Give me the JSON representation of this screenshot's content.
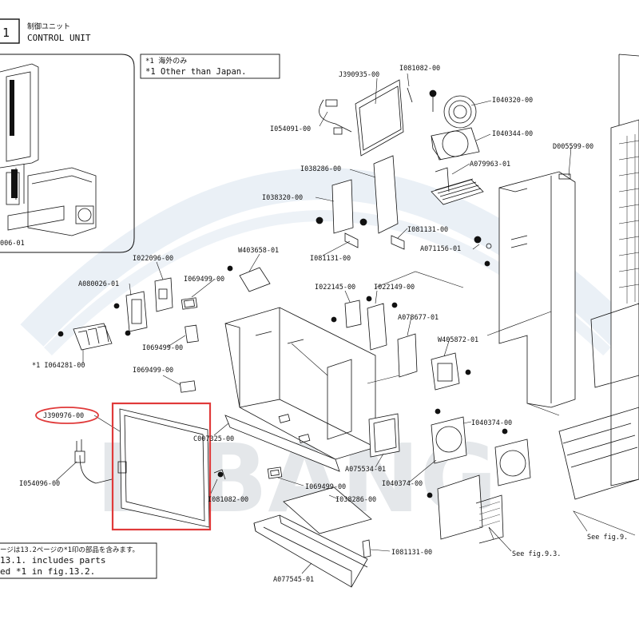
{
  "header": {
    "section_number": "1",
    "title_jp": "制御ユニット",
    "title_en": "CONTROL UNIT"
  },
  "note_box": {
    "line1": "*1 海外のみ",
    "line2": "*1 Other than Japan."
  },
  "bottom_note": {
    "line1": "ージは13.2ページの*1印の部品を含みます。",
    "line2": "13.1. includes parts",
    "line3": "ed *1 in fig.13.2."
  },
  "inset_label": "006-01",
  "watermark": "E.BANG",
  "parts": {
    "j390935": "J390935-00",
    "i081082_top": "I081082-00",
    "i040320": "I040320-00",
    "i054091": "I054091-00",
    "i040344": "I040344-00",
    "d005599": "D005599-00",
    "a079963": "A079963-01",
    "i038286_top": "I038286-00",
    "i038320": "I038320-00",
    "i081131_a": "I081131-00",
    "i081131_b": "I081131-00",
    "a071156": "A071156-01",
    "w403658": "W403658-01",
    "i022096": "I022096-00",
    "a080026": "A080026-01",
    "i069499_a": "I069499-00",
    "i022145": "I022145-00",
    "i022149": "I022149-00",
    "a078677": "A078677-01",
    "i069499_b": "I069499-00",
    "w405872": "W405872-01",
    "i064281": "*1 I064281-00",
    "i069499_c": "I069499-00",
    "j390976": "J390976-00",
    "c007325": "C007325-00",
    "i040374_a": "I040374-00",
    "i054096": "I054096-00",
    "a075534": "A075534-01",
    "i040374_b": "I040374-00",
    "i069499_d": "I069499-00",
    "i081082_bot": "I081082-00",
    "i038286_bot": "I038286-00",
    "i081131_c": "I081131-00",
    "a077545": "A077545-01",
    "see_93": "See fig.9.3.",
    "see_9": "See fig.9."
  },
  "colors": {
    "highlight": "#e03a3a",
    "ink": "#111111",
    "watermark": "#cfd4d9",
    "watermark_arc": "#dce6f0"
  }
}
